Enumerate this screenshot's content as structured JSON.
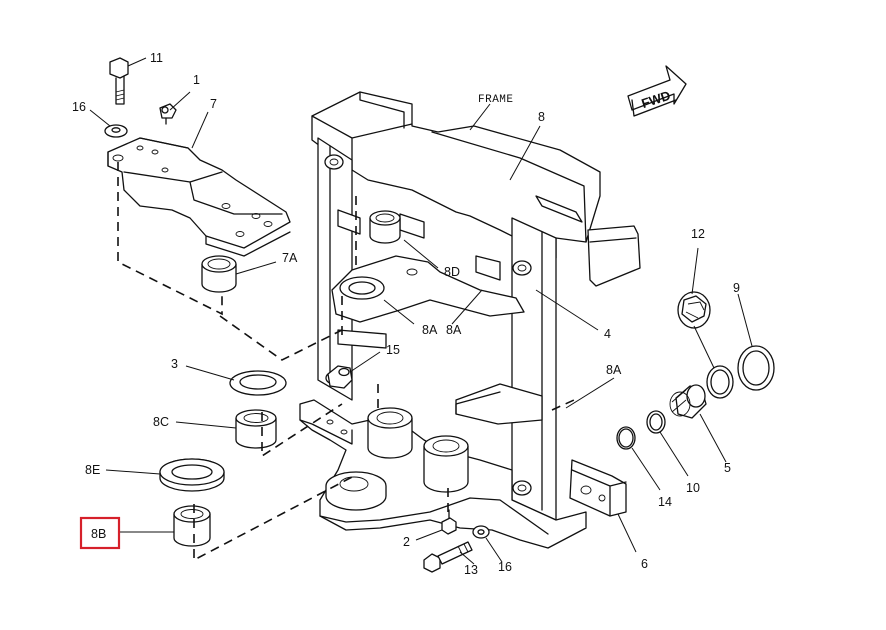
{
  "labels": {
    "p11": "11",
    "p1": "1",
    "p16a": "16",
    "p7": "7",
    "p7a": "7A",
    "p3": "3",
    "p8c": "8C",
    "p8e": "8E",
    "p8b": "8B",
    "frame": "FRAME",
    "p8": "8",
    "p8d": "8D",
    "p8a1": "8A",
    "p8a2": "8A",
    "p15": "15",
    "p4": "4",
    "p8a3": "8A",
    "p2": "2",
    "p13": "13",
    "p16b": "16",
    "p12": "12",
    "p9": "9",
    "p5": "5",
    "p10": "10",
    "p14": "14",
    "p6": "6",
    "fwd": "FWD"
  },
  "highlight": {
    "target": "8B",
    "color": "#d6202a"
  }
}
